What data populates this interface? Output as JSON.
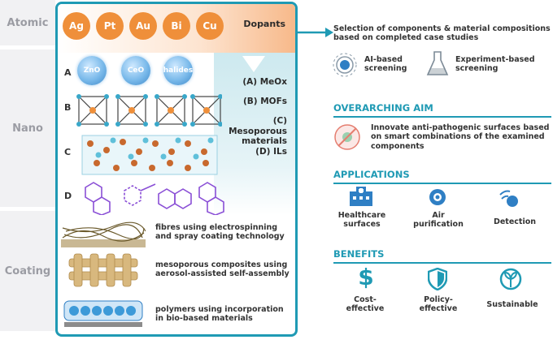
{
  "scale_labels": {
    "atomic": "Atomic",
    "nano": "Nano",
    "coating": "Coating"
  },
  "dopants": {
    "label": "Dopants",
    "metals": [
      "Ag",
      "Pt",
      "Au",
      "Bi",
      "Cu"
    ],
    "color": "#ef8f3a"
  },
  "nano_rows": {
    "letters": [
      "A",
      "B",
      "C",
      "D"
    ],
    "spheres": [
      "ZnO",
      "CeO",
      "halides"
    ],
    "categories": [
      "(A) MeOx",
      "(B) MOFs",
      "(C) Mesoporous materials",
      "(D) ILs"
    ]
  },
  "coatings": [
    {
      "text": "fibres using electrospinning and spray coating technology"
    },
    {
      "text": "mesoporous composites using aerosol-assisted self-assembly"
    },
    {
      "text": "polymers using incorporation in bio-based materials"
    }
  ],
  "selection": {
    "heading": "Selection of components & material compositions based on completed case studies",
    "items": [
      {
        "label": "AI-based screening",
        "icon": "ai-brain-icon"
      },
      {
        "label": "Experiment-based screening",
        "icon": "flask-icon"
      }
    ]
  },
  "aim": {
    "heading": "OVERARCHING AIM",
    "text": "Innovate anti-pathogenic surfaces based on smart combinations of the examined components",
    "icon": "no-pathogen-icon"
  },
  "applications": {
    "heading": "APPLICATIONS",
    "items": [
      {
        "label": "Healthcare surfaces",
        "icon": "hospital-icon"
      },
      {
        "label": "Air purification",
        "icon": "air-filter-icon"
      },
      {
        "label": "Detection",
        "icon": "detection-icon"
      }
    ]
  },
  "benefits": {
    "heading": "BENEFITS",
    "items": [
      {
        "label": "Cost-effective",
        "icon": "dollar-icon"
      },
      {
        "label": "Policy-effective",
        "icon": "shield-icon"
      },
      {
        "label": "Sustainable",
        "icon": "leaf-icon"
      }
    ]
  },
  "colors": {
    "accent": "#1f9ab4",
    "orange": "#ef8f3a",
    "purple": "#8a4fd6",
    "blue": "#2f7fc4"
  }
}
